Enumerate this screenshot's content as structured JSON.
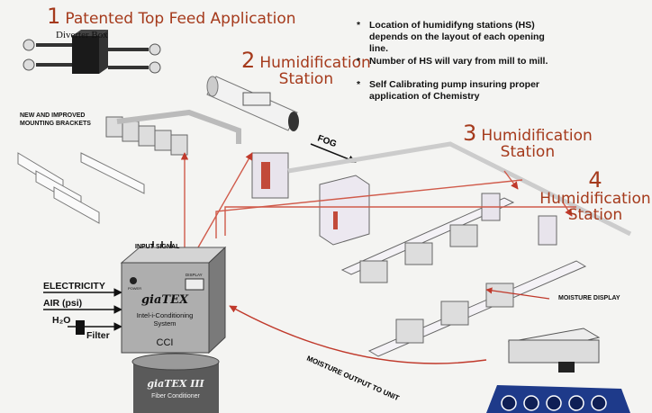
{
  "callouts": {
    "c1": {
      "num": "1",
      "text": "Patented Top Feed Application"
    },
    "c2": {
      "num": "2",
      "line1": "Humidification",
      "line2": "Station"
    },
    "c3": {
      "num": "3",
      "line1": "Humidification",
      "line2": "Station"
    },
    "c4": {
      "num": "4",
      "line1": "Humidification",
      "line2": "Station"
    }
  },
  "notes": [
    "Location of humidifyng stations (HS) depends on the layout of each opening line.",
    "Number of HS will vary from mill to mill.",
    "Self Calibrating pump insuring proper application of Chemistry"
  ],
  "labels": {
    "diverter_box": "Diverter Box",
    "brackets": "NEW AND IMPROVED MOUNTING BRACKETS",
    "fog": "FOG",
    "input_signal": "INPUT SIGNAL",
    "electricity": "ELECTRICITY",
    "air": "AIR (psi)",
    "h2o": "H₂O",
    "filter": "Filter",
    "moisture_display": "MOISTURE DISPLAY",
    "moisture_output": "MOISTURE OUTPUT TO UNIT"
  },
  "cci": {
    "brand": "giaTEX",
    "line1": "Intel-i-Conditioning",
    "line2": "System",
    "code": "CCI",
    "power": "POWER",
    "display": "DISPLAY"
  },
  "conditioner": {
    "brand": "giaTEX III",
    "subtitle": "Fiber Conditioner"
  },
  "colors": {
    "callout": "#a53a1c",
    "pipe": "#d05a4a"
  }
}
